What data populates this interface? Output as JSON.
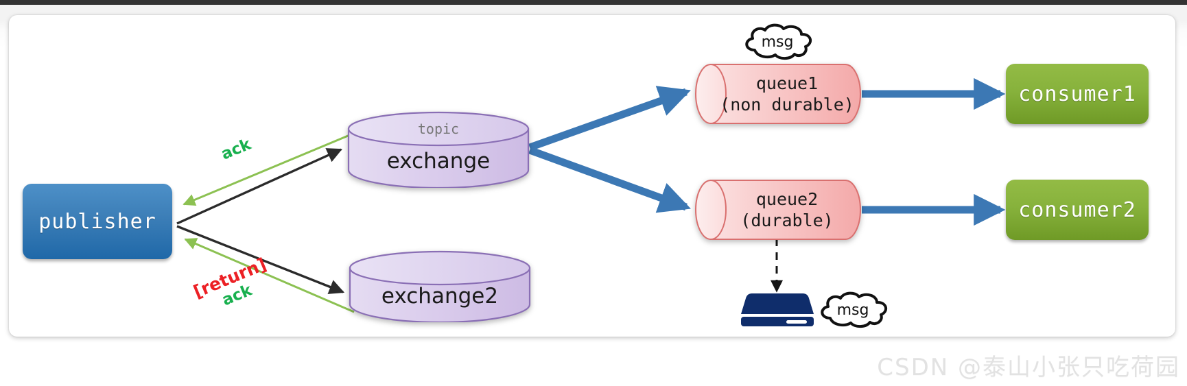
{
  "diagram": {
    "title": "RabbitMQ publisher / exchange / queue / consumer flow",
    "watermark": "CSDN @泰山小张只吃荷园",
    "colors": {
      "publisher_blue": "#3d7fb8",
      "consumer_green": "#87b23c",
      "exchange_purple": "#d9cbe9",
      "queue_pink": "#f9c6c6",
      "flow_arrow_blue": "#3c78b4",
      "ack_green": "#18b04e",
      "return_red": "#ec2025",
      "disk_navy": "#0f2d6b",
      "panel_white": "#ffffff",
      "page_gray": "#f3f3f3"
    },
    "nodes": {
      "publisher": {
        "label": "publisher"
      },
      "exchange": {
        "label_top": "topic",
        "label_main": "exchange"
      },
      "exchange2": {
        "label_top": "",
        "label_main": "exchange2"
      },
      "queue1": {
        "line1": "queue1",
        "line2": "(non durable)"
      },
      "queue2": {
        "line1": "queue2",
        "line2": "(durable)"
      },
      "consumer1": {
        "label": "consumer1"
      },
      "consumer2": {
        "label": "consumer2"
      },
      "disk": {
        "name": "disk-storage"
      }
    },
    "clouds": {
      "queue1_msg": {
        "label": "msg"
      },
      "disk_msg": {
        "label": "msg"
      }
    },
    "edges": {
      "publish_to_exchange": {
        "label": "",
        "style": "solid-black"
      },
      "ack_from_exchange": {
        "label": "ack",
        "style": "solid-green"
      },
      "publish_to_exchange2": {
        "label": "",
        "style": "solid-black"
      },
      "return_ack_from_exchange2": {
        "label_top": "[return]",
        "label_bottom": "ack",
        "style": "solid-green"
      },
      "exchange_to_queue1": {
        "label": "",
        "style": "thick-blue"
      },
      "exchange_to_queue2": {
        "label": "",
        "style": "thick-blue"
      },
      "queue1_to_consumer1": {
        "label": "",
        "style": "thick-blue"
      },
      "queue2_to_consumer2": {
        "label": "",
        "style": "thick-blue"
      },
      "queue2_to_disk": {
        "label": "",
        "style": "dashed-black"
      }
    }
  }
}
